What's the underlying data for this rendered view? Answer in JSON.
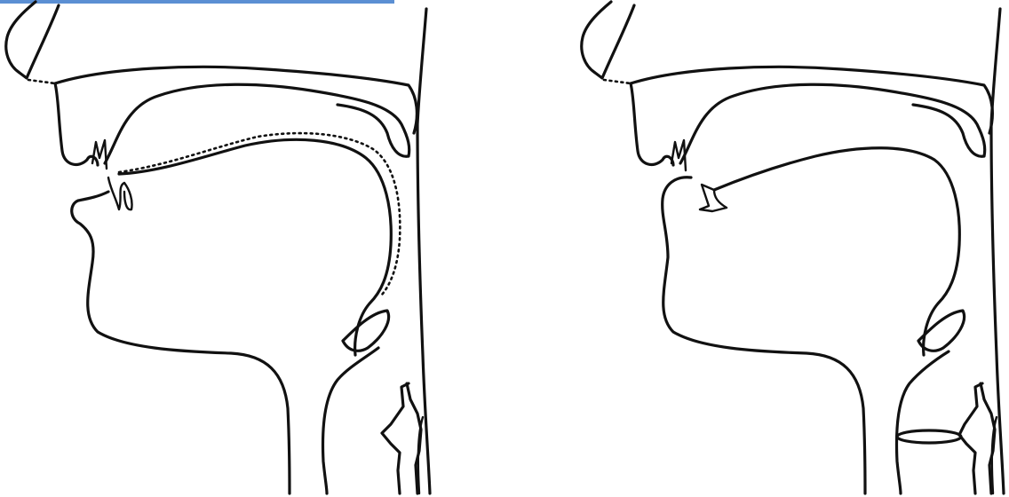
{
  "figure": {
    "accent_color": "#5b8fd3",
    "ink_color": "#111111",
    "panels": [
      {
        "id": "left",
        "shows_velum_outline": "dotted",
        "tongue_tip_shape": "curled-under"
      },
      {
        "id": "right",
        "shows_glottis_open": true,
        "tongue_tip_shape": "retroflex-behind-teeth"
      }
    ]
  }
}
